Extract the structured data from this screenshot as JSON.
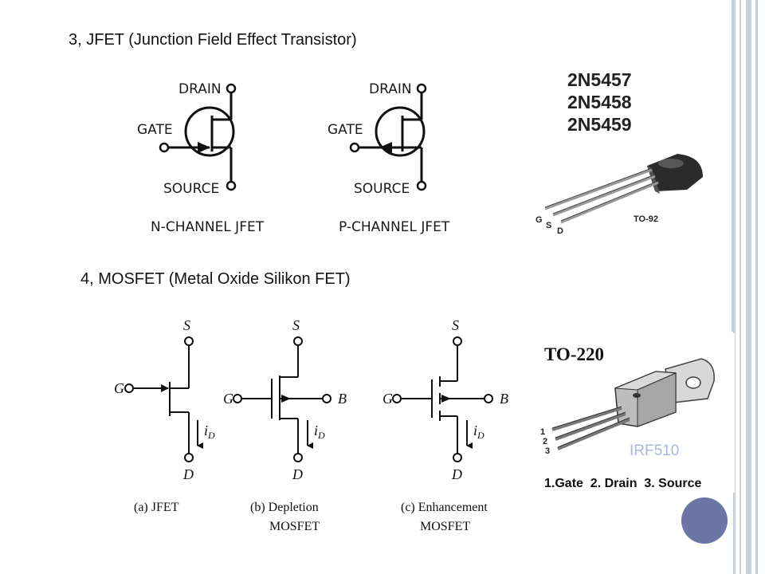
{
  "headings": {
    "jfet": "3, JFET (Junction Field Effect Transistor)",
    "mosfet": "4, MOSFET (Metal Oxide Silikon FET)"
  },
  "jfet_symbols": {
    "labels": {
      "drain": "DRAIN",
      "gate": "GATE",
      "source": "SOURCE"
    },
    "n_channel_caption": "N-CHANNEL JFET",
    "p_channel_caption": "P-CHANNEL JFET"
  },
  "to92": {
    "part_numbers": [
      "2N5457",
      "2N5458",
      "2N5459"
    ],
    "pins": [
      "G",
      "S",
      "D"
    ],
    "package": "TO-92"
  },
  "mosfet_symbols": {
    "labels": {
      "source": "S",
      "drain": "D",
      "gate": "G",
      "body": "B",
      "current": "i",
      "current_sub": "D"
    },
    "captions": {
      "a": "(a) JFET",
      "b_line1": "(b) Depletion",
      "b_line2": "MOSFET",
      "c_line1": "(c) Enhancement",
      "c_line2": "MOSFET"
    }
  },
  "to220": {
    "package": "TO-220",
    "pins": [
      "1",
      "2",
      "3"
    ],
    "part": "IRF510",
    "legend": "1.Gate  2. Drain  3. Source"
  },
  "colors": {
    "frame": "#c9cedb",
    "accent_circle": "#6b76a6",
    "watermark": "#a9b7e6"
  }
}
